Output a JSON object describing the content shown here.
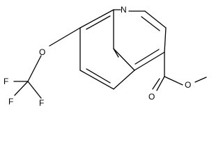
{
  "atoms": {
    "n_ring": "N",
    "o_ether": "O",
    "o_carbonyl": "O",
    "o_ester": "O",
    "f_left": "F",
    "f_bottom_left": "F",
    "f_bottom_right": "F"
  },
  "colors": {
    "bond": "#000000",
    "label": "#000000",
    "background": "#ffffff"
  }
}
